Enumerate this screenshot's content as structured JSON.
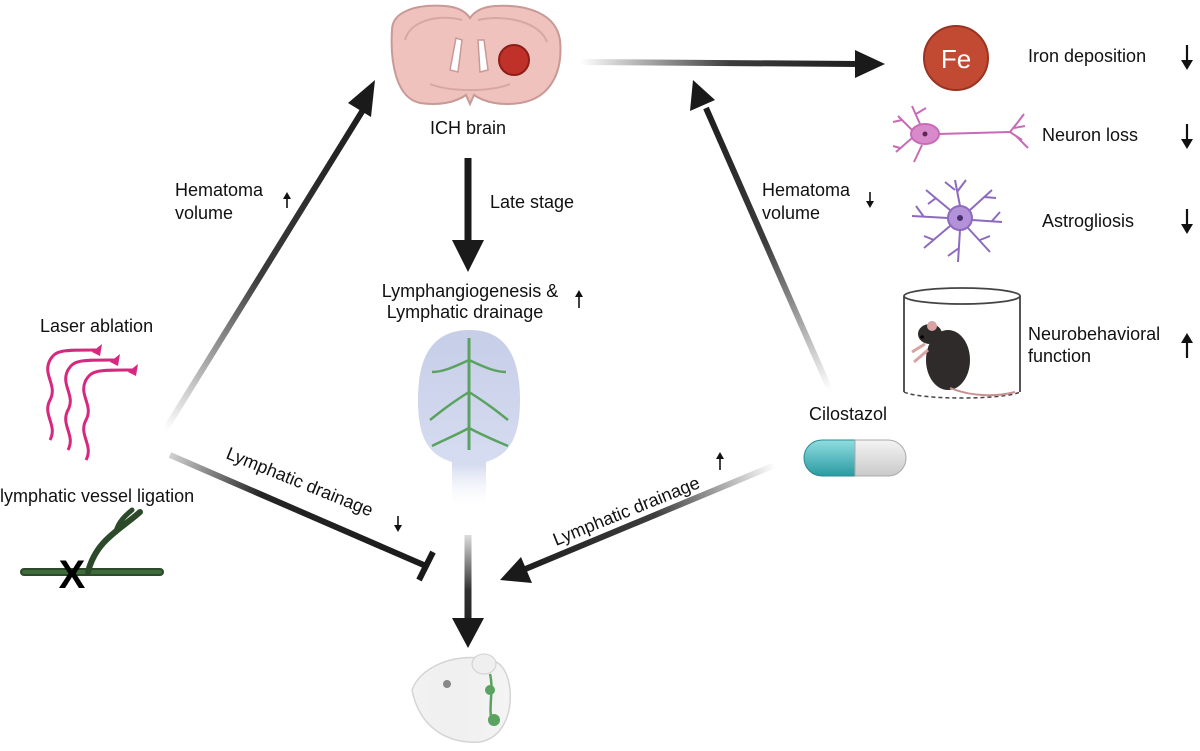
{
  "labels": {
    "ich_brain": "ICH brain",
    "late_stage": "Late stage",
    "lymphangiogenesis_line1": "Lymphangiogenesis &",
    "lymphangiogenesis_line2": "Lymphatic drainage",
    "hematoma_left_line1": "Hematoma",
    "hematoma_left_line2": "volume",
    "hematoma_right_line1": "Hematoma",
    "hematoma_right_line2": "volume",
    "laser_ablation": "Laser ablation",
    "vessel_ligation": "lymphatic vessel ligation",
    "ligation_mark": "X",
    "lymphatic_drainage_left": "Lymphatic drainage",
    "lymphatic_drainage_right": "Lymphatic drainage",
    "cilostazol": "Cilostazol",
    "fe_symbol": "Fe",
    "iron_deposition": "Iron deposition",
    "neuron_loss": "Neuron loss",
    "astrogliosis": "Astrogliosis",
    "neurobehavioral_line1": "Neurobehavioral",
    "neurobehavioral_line2": "function"
  },
  "trends": {
    "hematoma_left": "up",
    "hematoma_right": "down",
    "lymphangiogenesis": "up",
    "lymphatic_drainage_left": "down",
    "lymphatic_drainage_right": "up",
    "iron_deposition": "down",
    "neuron_loss": "down",
    "astrogliosis": "down",
    "neurobehavioral": "up"
  },
  "colors": {
    "hematoma": "#c0312a",
    "fe_circle": "#c24a32",
    "brain_slice": "#efc2bd",
    "lymphatic_vessel": "#5aa25f",
    "brain_dorsal": "#c8d0e8",
    "neuron": "#c96ab8",
    "astrocyte": "#8c6bbf",
    "laser": "#d6287e",
    "capsule_teal": "#3fb6bd",
    "arrow": "#1a1a1a"
  }
}
